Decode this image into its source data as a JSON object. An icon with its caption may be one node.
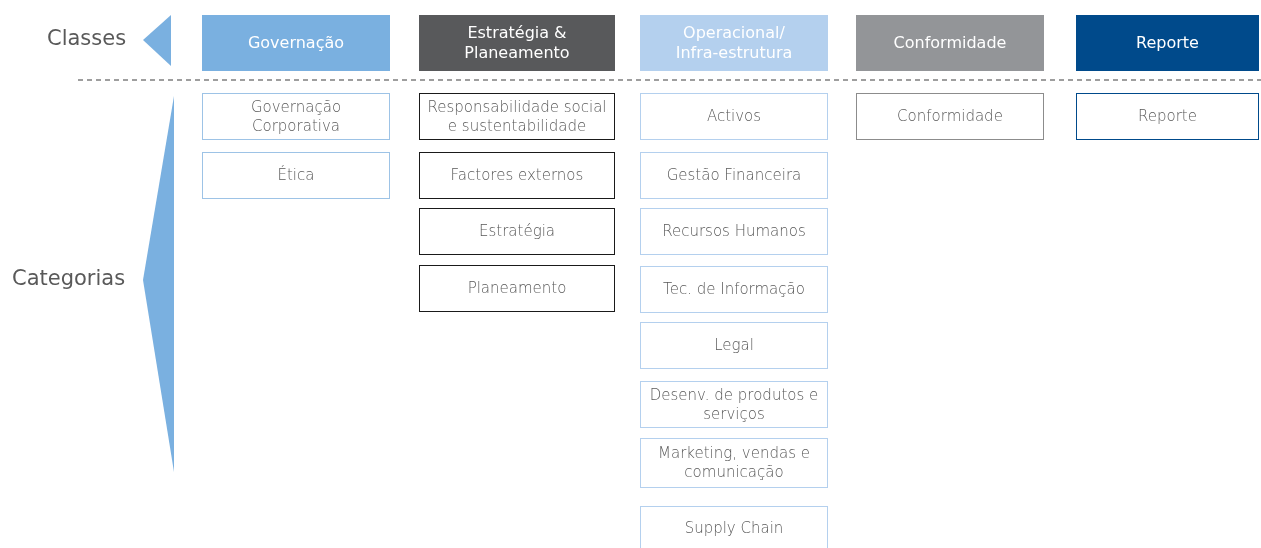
{
  "diagram": {
    "nodes": [
      {
        "text": [
          "Governação"
        ]
      },
      {
        "text": [
          "Estratégia & Planeamento"
        ]
      },
      {
        "text": [
          "Operacional/ Infra-estrutura"
        ]
      },
      {
        "text": [
          "Conformidade"
        ]
      },
      {
        "text": [
          "Reporte"
        ]
      },
      {
        "text": [
          "Governação Corporativa"
        ]
      },
      {
        "text": [
          "Ética"
        ]
      },
      {
        "text": [
          "Responsabilidade social e sustentabilidade"
        ]
      },
      {
        "text": [
          "Factores externos"
        ]
      },
      {
        "text": [
          "Estratégia"
        ]
      },
      {
        "text": [
          "Planeamento"
        ]
      },
      {
        "text": [
          "Activos"
        ]
      },
      {
        "text": [
          "Gestão Financeira"
        ]
      },
      {
        "text": [
          "Recursos Humanos"
        ]
      },
      {
        "text": [
          "Tec. de Informação"
        ]
      },
      {
        "text": [
          "Legal"
        ]
      },
      {
        "text": [
          "Desenv. de produtos e serviços"
        ]
      },
      {
        "text": [
          "Marketing, vendas e comunicação"
        ]
      },
      {
        "text": [
          "Supply Chain"
        ]
      },
      {
        "text": [
          "Conformidade"
        ]
      },
      {
        "text": [
          "Reporte"
        ]
      }
    ],
    "edges": [],
    "labels": [
      "Classes",
      "Categorias"
    ]
  }
}
